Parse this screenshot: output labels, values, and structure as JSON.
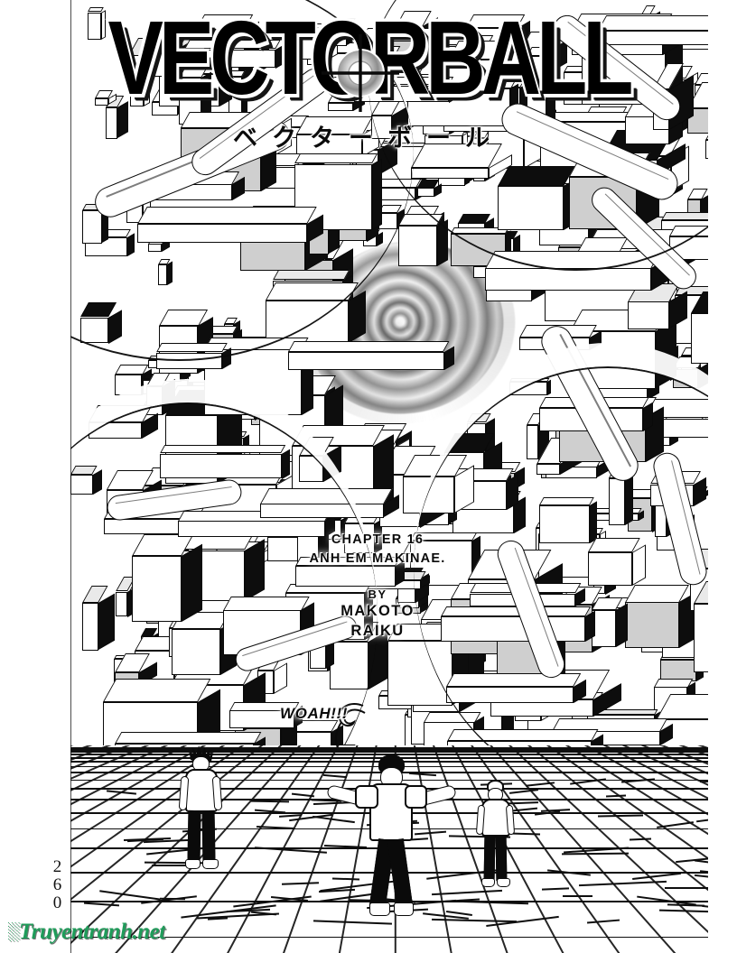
{
  "page": {
    "kind": "manga-page",
    "page_number": "260",
    "background_color": "#ffffff",
    "ink_color": "#0a0a0a"
  },
  "title": {
    "main": "VECTORBALL",
    "part_1": "VECT",
    "part_2": "O",
    "part_3": "RBALL",
    "subtitle_jp": "ベクターボール",
    "romaji_meaning": "Bekuta Boru",
    "o_icon": "crosshair-target-icon"
  },
  "credits": {
    "chapter_line": "CHAPTER 16",
    "chapter_title": "ANH EM MAKINAE.",
    "by_label": "BY",
    "author_given": "MAKOTO",
    "author_family": "RAIKU"
  },
  "dialogue": {
    "shout": "WOAH!!!"
  },
  "watermark": {
    "mark": "░",
    "text": "Truyentranh.net",
    "color": "#1f9c5a"
  },
  "artwork": {
    "description": "splash-page-cityscape",
    "vortex_label": "spiral-vortex",
    "characters": [
      {
        "id": "character-left",
        "hair": "spiky-black",
        "pose": "standing-back"
      },
      {
        "id": "character-center",
        "hair": "short-black",
        "pose": "arms-spread-back"
      },
      {
        "id": "character-right",
        "hair": "light-short",
        "pose": "walking-away-back"
      }
    ]
  }
}
